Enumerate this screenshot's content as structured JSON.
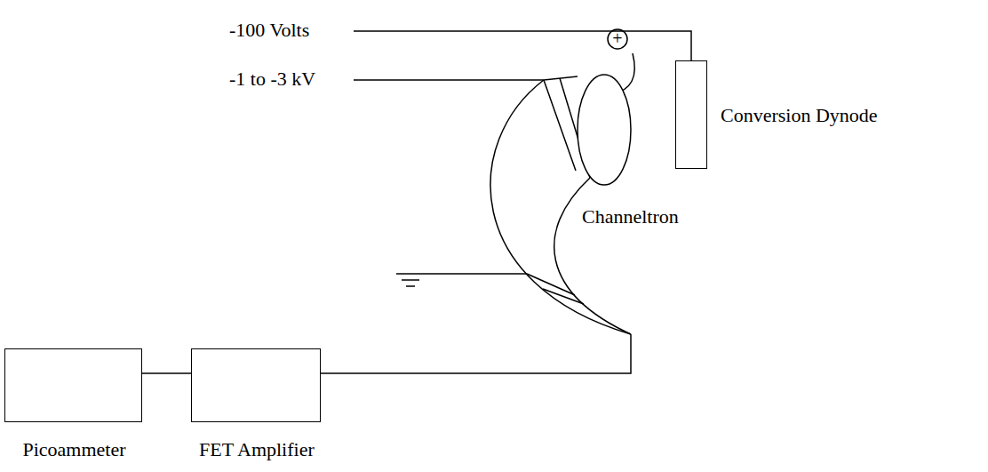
{
  "diagram": {
    "nodes": [
      {
        "text": [
          "Conversion Dynode"
        ]
      },
      {
        "text": [
          "Channeltron"
        ]
      },
      {
        "text": [
          "Picoammeter"
        ]
      },
      {
        "text": [
          "FET Amplifier"
        ]
      }
    ],
    "edges": [
      {
        "from": 2,
        "to": 3,
        "arrow": "none"
      },
      {
        "from": 3,
        "to": 1,
        "arrow": "none"
      }
    ],
    "labels": [
      "-100 Volts",
      "-1 to -3 kV",
      "+"
    ]
  }
}
